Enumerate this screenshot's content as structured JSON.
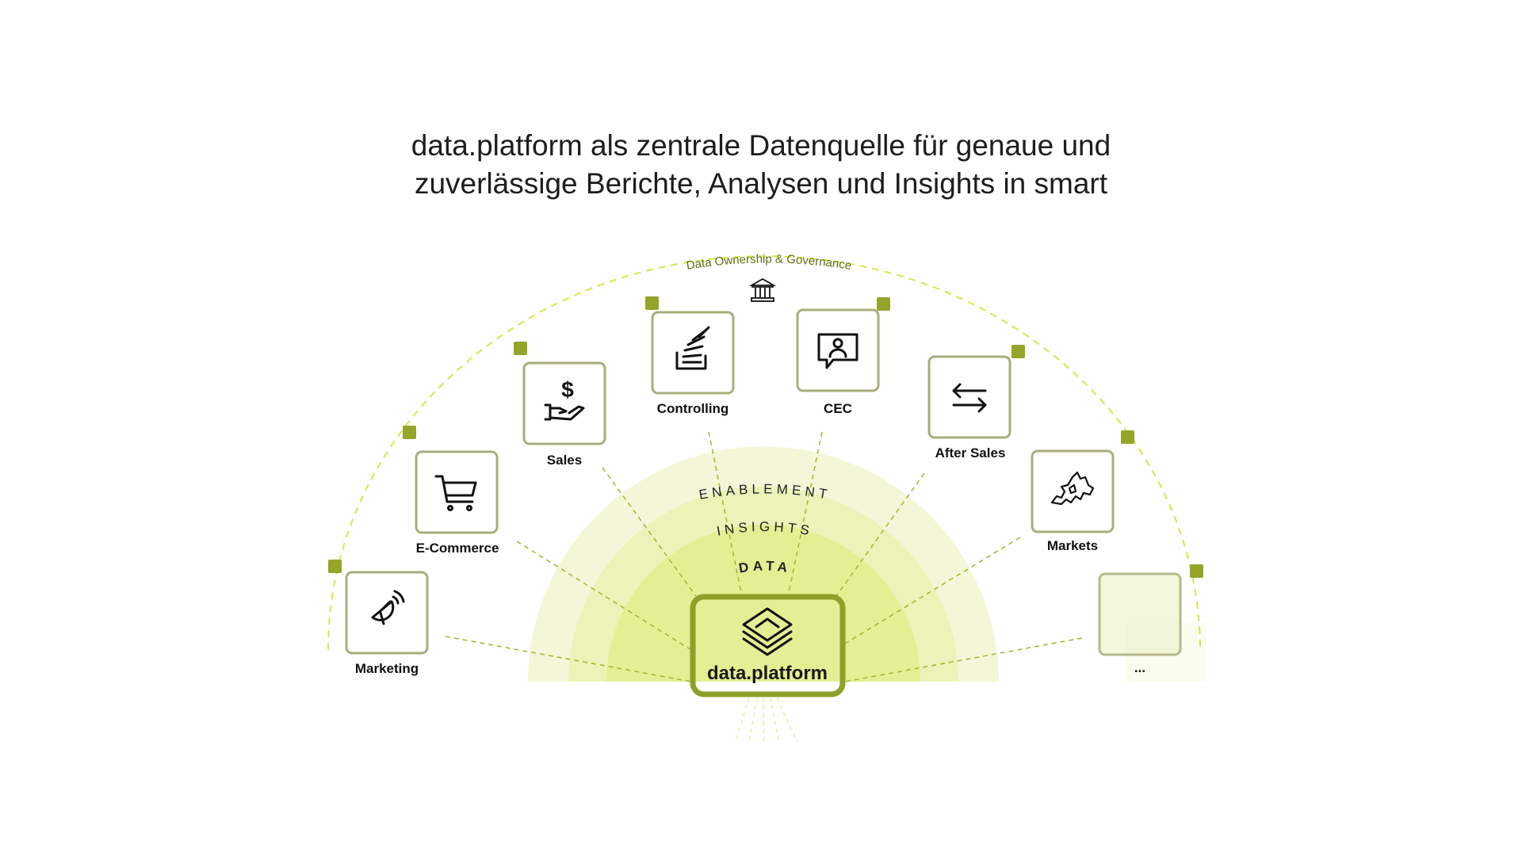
{
  "title": {
    "line1": "data.platform als zentrale Datenquelle für genaue und",
    "line2": "zuverlässige Berichte, Analysen und Insights in smart"
  },
  "governance": {
    "label": "Data Ownership & Governance",
    "icon": "bank-icon"
  },
  "bands": {
    "outer": "ENABLEMENT",
    "middle": "INSIGHTS",
    "inner": "DATA"
  },
  "center": {
    "label": "data.platform",
    "icon": "layers-icon"
  },
  "domains": [
    {
      "label": "Marketing",
      "icon": "satellite-dish-icon"
    },
    {
      "label": "E-Commerce",
      "icon": "shopping-cart-icon"
    },
    {
      "label": "Sales",
      "icon": "hand-dollar-icon"
    },
    {
      "label": "Controlling",
      "icon": "stacked-documents-icon"
    },
    {
      "label": "CEC",
      "icon": "chat-user-icon"
    },
    {
      "label": "After Sales",
      "icon": "exchange-arrows-icon"
    },
    {
      "label": "Markets",
      "icon": "europe-map-icon"
    },
    {
      "label": "...",
      "icon": "placeholder"
    }
  ],
  "colors": {
    "accent": "#94a52a",
    "arc": "#d4e84a",
    "card_border": "#a9ad7a"
  }
}
